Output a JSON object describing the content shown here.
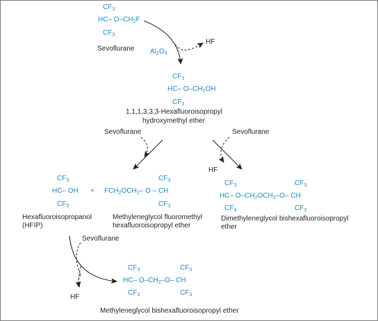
{
  "colors": {
    "structure": "#1e86c0",
    "text": "#231f20",
    "arrow": "#231f20",
    "frame": "#7a7a7a"
  },
  "sevoflurane": {
    "top": [
      "CF",
      "3"
    ],
    "mid": [
      "HC",
      "–",
      "O–CH",
      "2",
      "F"
    ],
    "bot": [
      "CF",
      "3"
    ],
    "label": "Sevoflurane"
  },
  "catalyst": [
    "Al",
    "2",
    "O",
    "3"
  ],
  "hf": "HF",
  "intermediate": {
    "top": [
      "CF",
      "3"
    ],
    "mid": [
      "HC",
      "–",
      "O–CH",
      "2",
      "OH"
    ],
    "bot": [
      "CF",
      "3"
    ],
    "label_line1": "1,1,1,3,3,3-Hexafluoroisopropyl",
    "label_line2": "hydroxymethyl ether"
  },
  "reagent": "Sevoflurane",
  "hfip": {
    "top": [
      "CF",
      "3"
    ],
    "mid": [
      "HC",
      "– OH"
    ],
    "bot": [
      "CF",
      "3"
    ],
    "label": "Hexafluoroisopropanol\n(HFIP)"
  },
  "plus": "+",
  "mfe": {
    "top": [
      "CF",
      "3"
    ],
    "mid": [
      "FCH",
      "2",
      "OCH",
      "2",
      "– O –",
      "CH"
    ],
    "bot": [
      "CF",
      "3"
    ],
    "label": "Methyleneglycol fluoromethyl\nhexafluoroisopropyl ether"
  },
  "dgbe": {
    "top": [
      "CF",
      "3"
    ],
    "top2": [
      "CF",
      "3"
    ],
    "mid": [
      "HC",
      "– O–CH",
      "2",
      "OCH",
      "2",
      "–O–",
      "CH"
    ],
    "bot": [
      "CF",
      "3"
    ],
    "bot2": [
      "CF",
      "3"
    ],
    "label": "Dimethyleneglycol bishexafluoroisopropyl\nether"
  },
  "mgbe": {
    "top": [
      "CF",
      "3"
    ],
    "top2": [
      "CF",
      "3"
    ],
    "mid": [
      "HC",
      "– O–CH",
      "2",
      "–O–",
      "CH"
    ],
    "bot": [
      "CF",
      "3"
    ],
    "bot2": [
      "CF",
      "3"
    ],
    "label": "Methyleneglycol bishexafluoroisopropyl ether"
  }
}
